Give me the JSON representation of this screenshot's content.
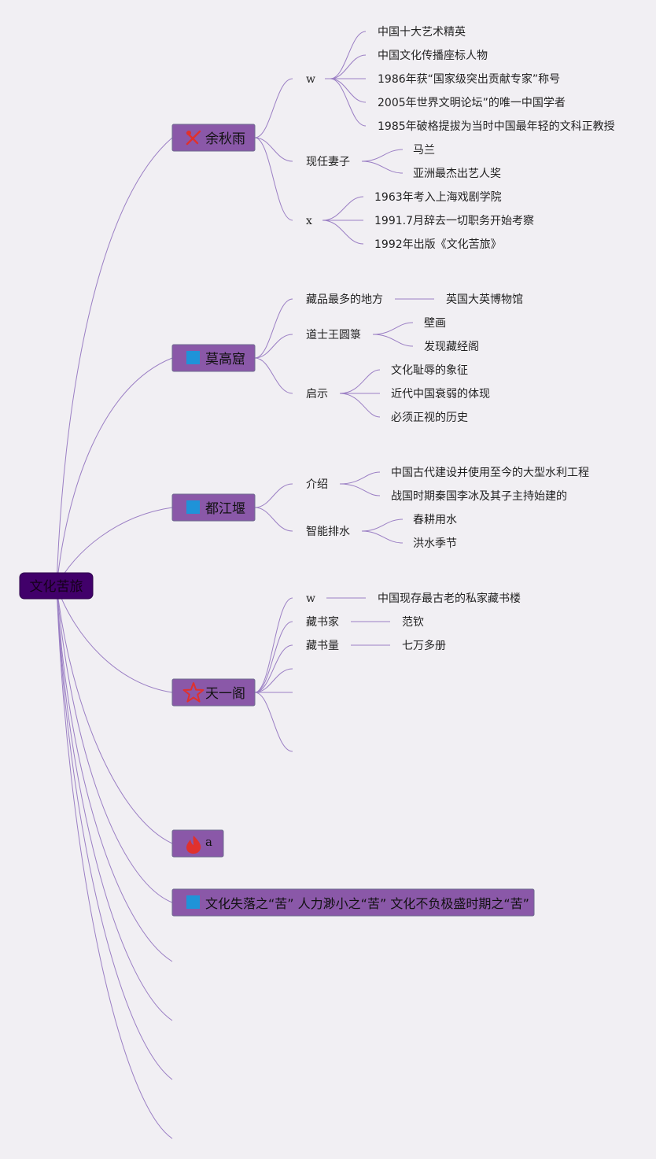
{
  "mindmap": {
    "root": {
      "label": "文化苦旅"
    },
    "colors": {
      "background": "#f1eff3",
      "root_fill": "#41006a",
      "branch_fill": "#8a58a8",
      "line": "#9b7fc4",
      "icon_blue": "#1f93d8",
      "icon_red": "#e0312d"
    },
    "branches": [
      {
        "label": "余秋雨",
        "icon": "tools-icon",
        "children": [
          {
            "label": "w",
            "children": [
              {
                "label": "中国十大艺术精英"
              },
              {
                "label": "中国文化传播座标人物"
              },
              {
                "label": "1986年获“国家级突出贡献专家”称号"
              },
              {
                "label": "2005年世界文明论坛”的唯一中国学者"
              },
              {
                "label": "1985年破格提拔为当时中国最年轻的文科正教授"
              }
            ]
          },
          {
            "label": "现任妻子",
            "children": [
              {
                "label": "马兰"
              },
              {
                "label": "亚洲最杰出艺人奖"
              }
            ]
          },
          {
            "label": "x",
            "children": [
              {
                "label": "1963年考入上海戏剧学院"
              },
              {
                "label": "1991.7月辞去一切职务开始考察"
              },
              {
                "label": "1992年出版《文化苦旅》"
              }
            ]
          }
        ]
      },
      {
        "label": "莫高窟",
        "icon": "square-icon",
        "children": [
          {
            "label": "藏品最多的地方",
            "children": [
              {
                "label": "英国大英博物馆"
              }
            ]
          },
          {
            "label": "道士王圆箓",
            "children": [
              {
                "label": "壁画"
              },
              {
                "label": "发现藏经阁"
              }
            ]
          },
          {
            "label": "启示",
            "children": [
              {
                "label": "文化耻辱的象征"
              },
              {
                "label": "近代中国衰弱的体现"
              },
              {
                "label": "必须正视的历史"
              }
            ]
          }
        ]
      },
      {
        "label": "都江堰",
        "icon": "square-icon",
        "children": [
          {
            "label": "介绍",
            "children": [
              {
                "label": "中国古代建设并使用至今的大型水利工程"
              },
              {
                "label": "战国时期秦国李冰及其子主持始建的"
              }
            ]
          },
          {
            "label": "智能排水",
            "children": [
              {
                "label": "春耕用水"
              },
              {
                "label": "洪水季节"
              }
            ]
          }
        ]
      },
      {
        "label": "天一阁",
        "icon": "star-icon",
        "children": [
          {
            "label": "w",
            "children": [
              {
                "label": "中国现存最古老的私家藏书楼"
              }
            ]
          },
          {
            "label": "藏书家",
            "children": [
              {
                "label": "范钦"
              }
            ]
          },
          {
            "label": "藏书量",
            "children": [
              {
                "label": "七万多册"
              }
            ]
          },
          {
            "label": ""
          },
          {
            "label": ""
          },
          {
            "label": ""
          }
        ]
      },
      {
        "label": "a",
        "icon": "fire-icon",
        "children": []
      },
      {
        "label": "文化失落之“苦” 人力渺小之“苦” 文化不负极盛时期之“苦”",
        "icon": "square-icon",
        "children": []
      },
      {
        "label": "",
        "icon": "",
        "children": []
      },
      {
        "label": "",
        "icon": "",
        "children": []
      },
      {
        "label": "",
        "icon": "",
        "children": []
      },
      {
        "label": "",
        "icon": "",
        "children": []
      }
    ]
  }
}
